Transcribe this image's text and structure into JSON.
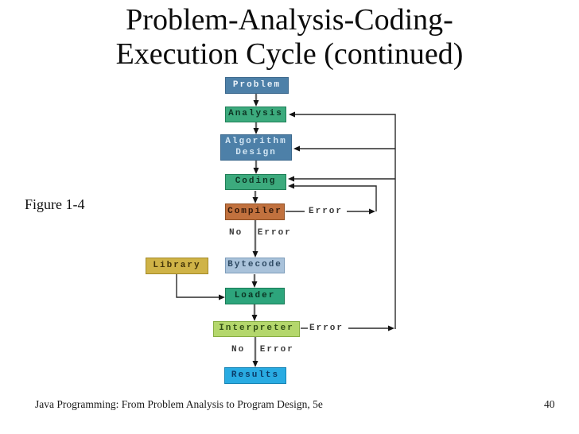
{
  "slide": {
    "title": "Problem-Analysis-Coding-\nExecution Cycle (continued)",
    "figure_label": "Figure 1-4",
    "footer": {
      "book": "Java Programming: From Problem Analysis to Program Design, 5e",
      "page_number": "40"
    }
  },
  "diagram": {
    "nodes": {
      "problem": {
        "label": "Problem",
        "fill": "#4d80a8",
        "border": "#3a678c",
        "text": "#eef5fb"
      },
      "analysis": {
        "label": "Analysis",
        "fill": "#3caa7d",
        "border": "#1e7e56",
        "text": "#0d3524"
      },
      "algorithm": {
        "label": "Algorithm\nDesign",
        "fill": "#4d80a8",
        "border": "#3a678c",
        "text": "#d3e6f4"
      },
      "coding": {
        "label": "Coding",
        "fill": "#3caa7d",
        "border": "#1e7e56",
        "text": "#0d3524"
      },
      "compiler": {
        "label": "Compiler",
        "fill": "#c1713e",
        "border": "#8f4f24",
        "text": "#33190a"
      },
      "bytecode": {
        "label": "Bytecode",
        "fill": "#a9c2da",
        "border": "#7d9cba",
        "text": "#2e4a63"
      },
      "library": {
        "label": "Library",
        "fill": "#cfb347",
        "border": "#a38a29",
        "text": "#433409"
      },
      "loader": {
        "label": "Loader",
        "fill": "#2da57c",
        "border": "#187a55",
        "text": "#0b3423"
      },
      "interpreter": {
        "label": "Interpreter",
        "fill": "#b4d76c",
        "border": "#87ad41",
        "text": "#324f15"
      },
      "results": {
        "label": "Results",
        "fill": "#29abe2",
        "border": "#1583b4",
        "text": "#0b3a66"
      }
    },
    "labels": {
      "compiler_error": "Error",
      "compiler_no_error": "No Error",
      "interpreter_error": "Error",
      "interpreter_no_error": "No Error"
    },
    "edges": [
      "problem -> analysis",
      "analysis -> algorithm-design",
      "algorithm-design -> coding",
      "coding -> compiler",
      "compiler -> bytecode (no error)",
      "compiler -> coding (error)",
      "library -> loader",
      "bytecode -> loader",
      "loader -> interpreter",
      "interpreter -> results (no error)",
      "interpreter -> analysis, algorithm-design, coding (error)"
    ],
    "line_colors": {
      "flow_arrow": "#6a6a6a",
      "feedback_arrow": "#2b2b2b",
      "arrowhead": "#141414"
    }
  }
}
